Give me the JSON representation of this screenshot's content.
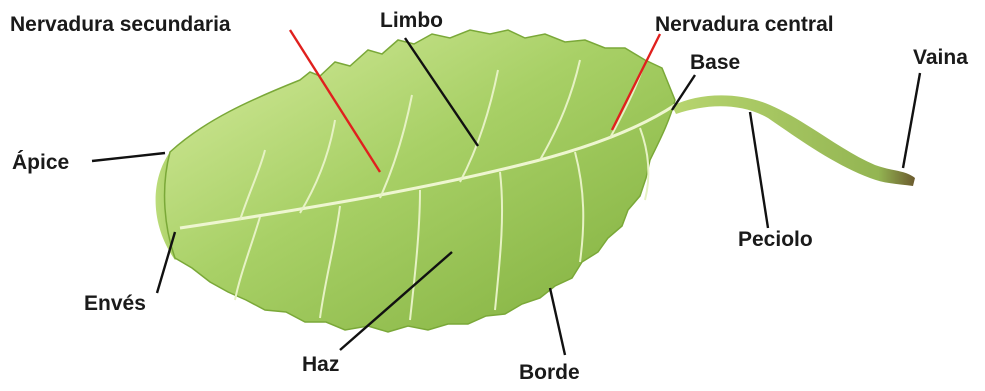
{
  "labels": {
    "nervadura_secundaria": "Nervadura secundaria",
    "limbo": "Limbo",
    "nervadura_central": "Nervadura central",
    "base": "Base",
    "vaina": "Vaina",
    "apice": "Ápice",
    "peciolo": "Peciolo",
    "enves": "Envés",
    "haz": "Haz",
    "borde": "Borde"
  },
  "colors": {
    "leaf_light": "#cfe89a",
    "leaf_mid": "#9cc95a",
    "leaf_dark": "#6e9e34",
    "vein": "#e6f2c4",
    "stem": "#9cc056",
    "stem_tip": "#6b5a2e",
    "leader_black": "#111111",
    "leader_red": "#e0201e"
  }
}
